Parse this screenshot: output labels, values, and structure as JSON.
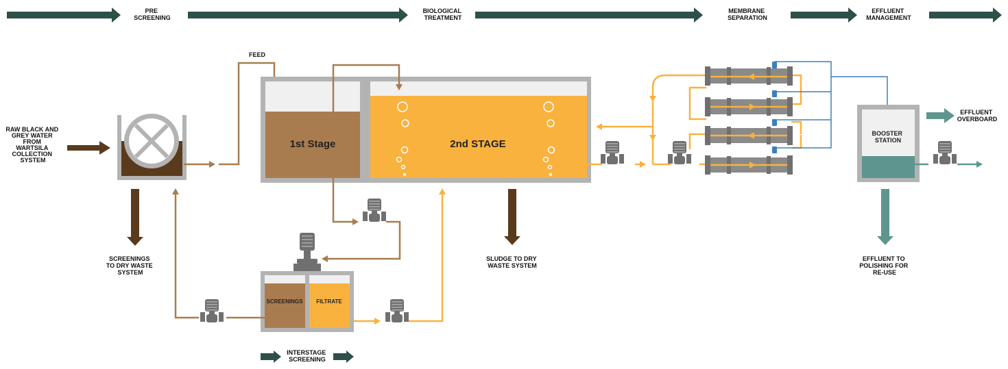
{
  "stages": {
    "pre_screening": [
      "PRE",
      "SCREENING"
    ],
    "biological_treatment": [
      "BIOLOGICAL",
      "TREATMENT"
    ],
    "membrane_separation": [
      "MEMBRANE",
      "SEPARATION"
    ],
    "effluent_management": [
      "EFFLUENT",
      "MANAGEMENT"
    ]
  },
  "labels": {
    "raw_water": [
      "RAW BLACK AND",
      "GREY WATER",
      "FROM",
      "WARTSILA",
      "COLLECTION",
      "SYSTEM"
    ],
    "feed": "FEED",
    "stage1": "1st Stage",
    "stage2": "2nd STAGE",
    "screenings_dry": [
      "SCREENINGS",
      "TO DRY WASTE",
      "SYSTEM"
    ],
    "sludge_dry": [
      "SLUDGE TO DRY",
      "WASTE SYSTEM"
    ],
    "screenings": "SCREENINGS",
    "filtrate": "FILTRATE",
    "interstage": [
      "INTERSTAGE",
      "SCREENING"
    ],
    "booster": [
      "BOOSTER",
      "STATION"
    ],
    "effluent_overboard": [
      "EFFLUENT",
      "OVERBOARD"
    ],
    "effluent_polishing": [
      "EFFLUENT TO",
      "POLISHING FOR",
      "RE-USE"
    ]
  },
  "colors": {
    "banner": "#2f4f4a",
    "dark_brown": "#5a3a1c",
    "brown": "#a97c4f",
    "orange": "#f9b23e",
    "tank_gray": "#b3b3b3",
    "tank_light": "#f0f0f0",
    "teal": "#5e958f",
    "blue": "#3b7fbf",
    "pump": "#707070"
  }
}
